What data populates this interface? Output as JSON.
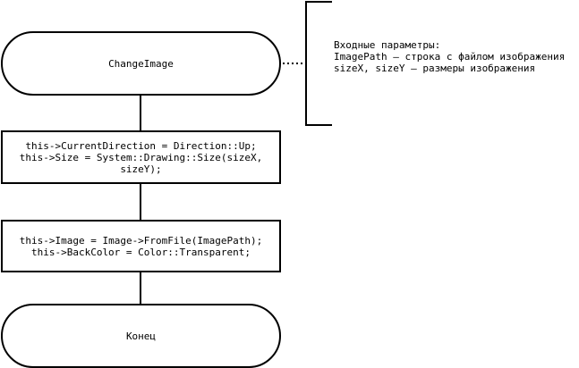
{
  "flowchart": {
    "start": {
      "label": "ChangeImage"
    },
    "process_1": {
      "code": "this->CurrentDirection = Direction::Up;\nthis->Size = System::Drawing::Size(sizeX,\nsizeY);"
    },
    "process_2": {
      "code": "this->Image = Image->FromFile(ImagePath);\nthis->BackColor = Color::Transparent;"
    },
    "end": {
      "label": "Конец"
    },
    "annotation": {
      "text": "Входные параметры:\nImagePath – строка с файлом изображения\nsizeX, sizeY – размеры изображения"
    }
  },
  "colors": {
    "stroke": "#000000",
    "fill": "#ffffff",
    "text": "#000000"
  }
}
